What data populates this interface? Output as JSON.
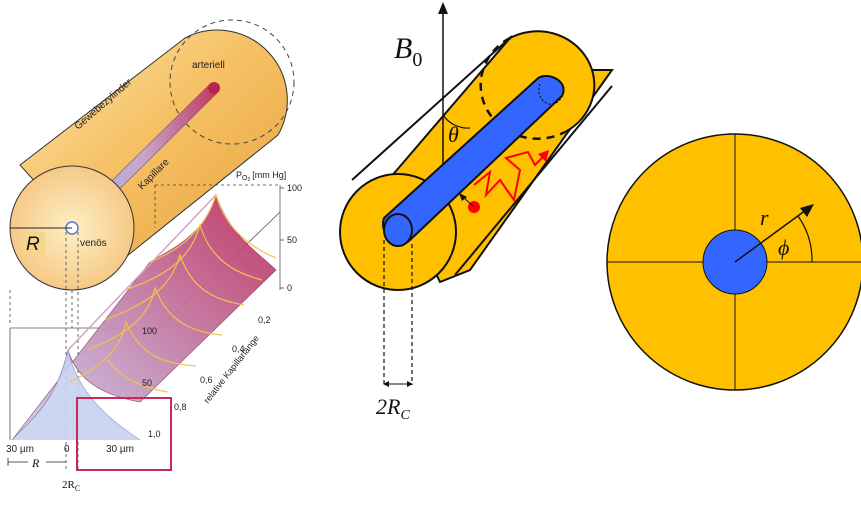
{
  "left_panel": {
    "cylinder_label": "Gewebezylinder",
    "arterial_label": "arteriell",
    "capillary_label": "Kapillare",
    "venous_label": "venös",
    "radius_label": "R",
    "po2_axis_label": "P",
    "po2_subscript": "O",
    "po2_subscript2": "2",
    "po2_unit": "[mm Hg]",
    "upper_scale_ticks": [
      "100",
      "50",
      "0"
    ],
    "lower_scale_ticks": [
      "100",
      "50"
    ],
    "length_ticks": [
      "0,2",
      "0,4",
      "0,6",
      "0,8",
      "1,0"
    ],
    "length_axis_label": "relative Kapillarlänge",
    "x_tick_left": "30 µm",
    "x_tick_center": "0",
    "x_tick_right": "30 µm",
    "bottom_radius": "R",
    "bottom_capillary_main": "2R",
    "bottom_capillary_sub": "C"
  },
  "middle_panel": {
    "field_main": "B",
    "field_sub": "0",
    "angle": "θ",
    "diameter_main": "2R",
    "diameter_sub": "C"
  },
  "right_panel": {
    "radius": "r",
    "angle": "ϕ"
  },
  "colors": {
    "tissue_yellow": "#FFC000",
    "capillary_blue": "#3366FF",
    "signal_red": "#FF0000",
    "frame_magenta": "#C8285A",
    "surface_top": "#C23A66",
    "surface_bottom": "#B8C8EC"
  }
}
